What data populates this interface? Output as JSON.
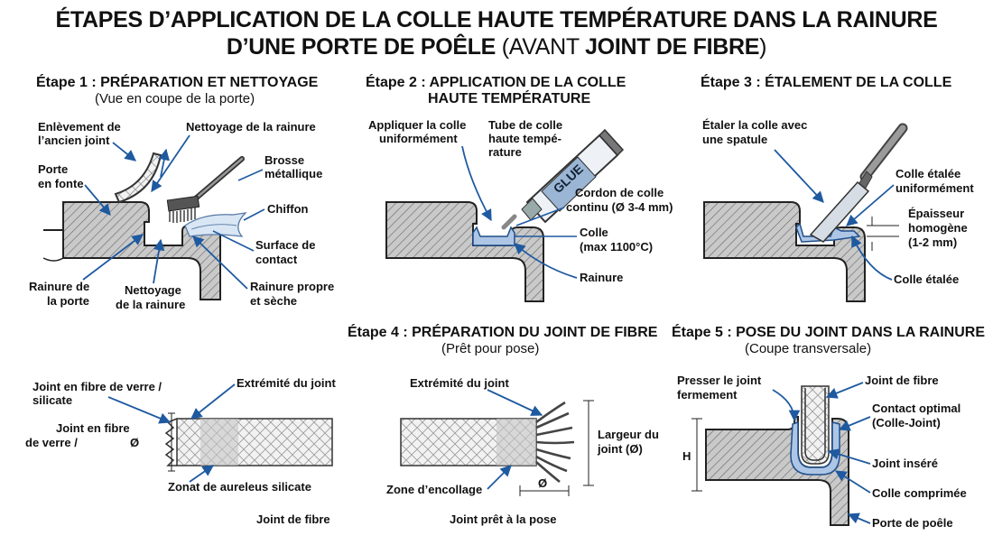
{
  "title": {
    "line1": "ÉTAPES D’APPLICATION DE LA COLLE HAUTE TEMPÉRATURE DANS LA RAINURE",
    "line2_bold": "D’UNE PORTE DE POÊLE",
    "line2_normal": " (AVANT ",
    "line2_bold2": "JOINT DE FIBRE",
    "line2_end": ")"
  },
  "steps": {
    "s1": {
      "heading": "Étape 1 : PRÉPARATION ET NETTOYAGE",
      "sub": "(Vue en coupe de la porte)",
      "labels": {
        "old_joint_1": "Enlèvement de",
        "old_joint_2": "l’ancien joint",
        "cleaning_top": "Nettoyage de la rainure",
        "brush_1": "Brosse",
        "brush_2": "métallique",
        "door_1": "Porte",
        "door_2": "en fonte",
        "cloth": "Chiffon",
        "surface_1": "Surface de",
        "surface_2": "contact",
        "groove_door_1": "Rainure de",
        "groove_door_2": "la porte",
        "cleaning_bottom_1": "Nettoyage",
        "cleaning_bottom_2": "de la rainure",
        "clean_dry_1": "Rainure propre",
        "clean_dry_2": "et sèche"
      }
    },
    "s2": {
      "heading_1": "Étape 2 : APPLICATION DE LA COLLE",
      "heading_2": "HAUTE TEMPÉRATURE",
      "labels": {
        "apply_1": "Appliquer la colle",
        "apply_2": "uniformément",
        "tube_1": "Tube de colle",
        "tube_2": "haute tempé-",
        "tube_3": "rature",
        "tube_text": "GLUE",
        "bead_1": "Cordon de colle",
        "bead_2": "continu (Ø 3-4 mm)",
        "glue_1": "Colle",
        "glue_2": "(max 1100°C)",
        "groove": "Rainure"
      }
    },
    "s3": {
      "heading": "Étape 3 : ÉTALEMENT DE LA COLLE",
      "labels": {
        "spread_1": "Étaler la colle avec",
        "spread_2": "une spatule",
        "spread_even_1": "Colle étalée",
        "spread_even_2": "uniformément",
        "thickness_1": "Épaisseur",
        "thickness_2": "homogène",
        "thickness_3": "(1-2 mm)",
        "spread_glue": "Colle étalée"
      }
    },
    "s4": {
      "heading": "Étape 4 : PRÉPARATION DU JOINT DE FIBRE",
      "sub": "(Prêt pour pose)",
      "labels": {
        "joint_type_1": "Joint en fibre de verre /",
        "joint_type_2": "silicate",
        "joint_type2_1": "Joint en fibre",
        "joint_type2_2": "de verre /",
        "end_left": "Extrémité du joint",
        "zone_silicate": "Zonat de aureleus silicate",
        "fiber_joint": "Joint de fibre",
        "end_right": "Extrémité du joint",
        "width_1": "Largeur du",
        "width_2": "joint (Ø)",
        "glue_zone": "Zone d’encollage",
        "ready": "Joint prêt à la pose",
        "diameter": "Ø"
      }
    },
    "s5": {
      "heading": "Étape 5 : POSE DU JOINT DANS LA RAINURE",
      "sub": "(Coupe transversale)",
      "labels": {
        "press_1": "Presser le joint",
        "press_2": "fermement",
        "fiber": "Joint de fibre",
        "contact_1": "Contact optimal",
        "contact_2": "(Colle-Joint)",
        "inserted": "Joint inséré",
        "compressed": "Colle comprimée",
        "door": "Porte de poêle",
        "height": "H"
      }
    }
  }
}
